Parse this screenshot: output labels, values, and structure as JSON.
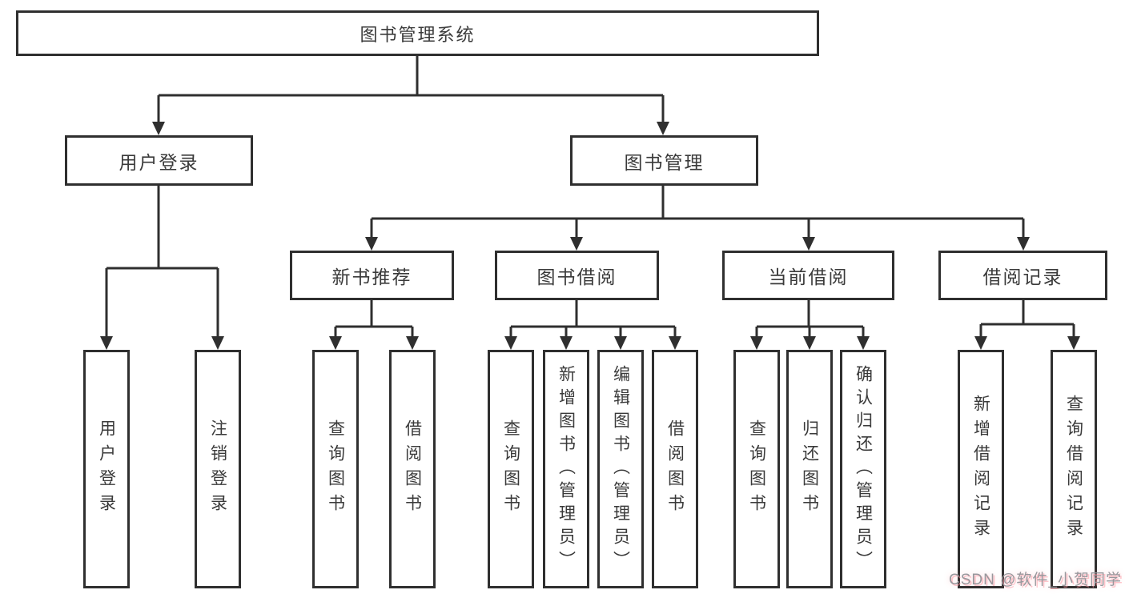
{
  "diagram": {
    "root": {
      "label": "图书管理系统",
      "children": [
        {
          "label": "用户登录",
          "children": [
            {
              "label": "用户登录"
            },
            {
              "label": "注销登录"
            }
          ]
        },
        {
          "label": "图书管理",
          "children": [
            {
              "label": "新书推荐",
              "children": [
                {
                  "label": "查询图书"
                },
                {
                  "label": "借阅图书"
                }
              ]
            },
            {
              "label": "图书借阅",
              "children": [
                {
                  "label": "查询图书"
                },
                {
                  "label": "新增图书（管理员）"
                },
                {
                  "label": "编辑图书（管理员）"
                },
                {
                  "label": "借阅图书"
                }
              ]
            },
            {
              "label": "当前借阅",
              "children": [
                {
                  "label": "查询图书"
                },
                {
                  "label": "归还图书"
                },
                {
                  "label": "确认归还（管理员）"
                }
              ]
            },
            {
              "label": "借阅记录",
              "children": [
                {
                  "label": "新增借阅记录"
                },
                {
                  "label": "查询借阅记录"
                }
              ]
            }
          ]
        }
      ]
    }
  },
  "watermark": {
    "text": "CSDN @软件_小贺同学"
  },
  "colors": {
    "line": "#2f2f2f",
    "box_border": "#2f2f2f",
    "text": "#3a3a3a",
    "background": "#ffffff",
    "watermark_text": "#98989d",
    "watermark_accent": "#ff99a4"
  }
}
